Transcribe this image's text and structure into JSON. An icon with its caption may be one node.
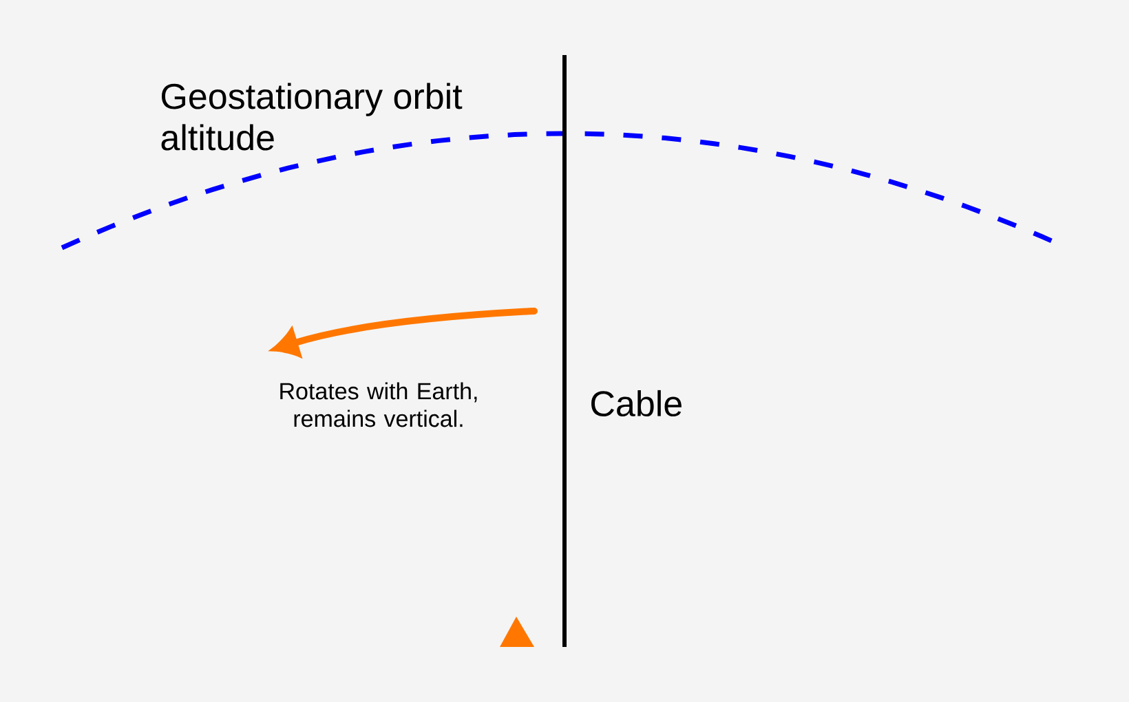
{
  "diagram": {
    "labels": [
      "Geostationary orbit altitude",
      "Rotates with Earth, remains vertical.",
      "Cable"
    ]
  }
}
